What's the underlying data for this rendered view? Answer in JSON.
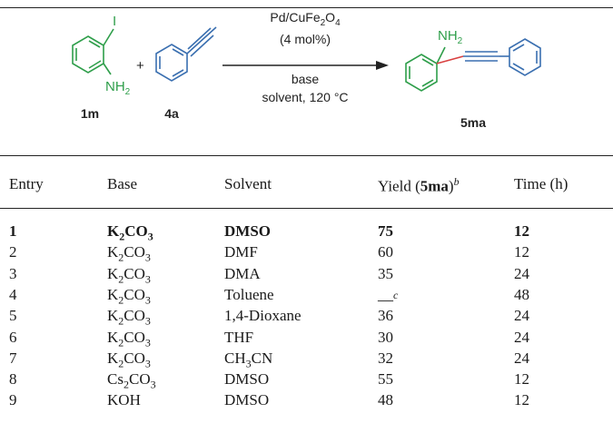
{
  "scheme": {
    "catalyst": "Pd/CuFe2O4",
    "loading": "(4 mol%)",
    "base": "base",
    "conditions": "solvent, 120 °C",
    "plus": "+",
    "label_1m": "1m",
    "label_4a": "4a",
    "label_5ma": "5ma",
    "atom_I": "I",
    "atom_NH2": "NH2",
    "colors": {
      "green": "#2e9e4a",
      "blue": "#3a6fb0",
      "red": "#d94040",
      "black": "#222222"
    }
  },
  "table": {
    "headers": {
      "entry": "Entry",
      "base": "Base",
      "solvent": "Solvent",
      "yield": "Yield (5ma)",
      "yield_prefix": "Yield (",
      "yield_compound": "5ma",
      "yield_suffix": ")",
      "yield_note": "b",
      "time": "Time (h)"
    },
    "rows": [
      {
        "entry": "1",
        "base": "K2CO3",
        "solvent": "DMSO",
        "yield": "75",
        "time": "12",
        "bold": true
      },
      {
        "entry": "2",
        "base": "K2CO3",
        "solvent": "DMF",
        "yield": "60",
        "time": "12"
      },
      {
        "entry": "3",
        "base": "K2CO3",
        "solvent": "DMA",
        "yield": "35",
        "time": "24"
      },
      {
        "entry": "4",
        "base": "K2CO3",
        "solvent": "Toluene",
        "yield": "—",
        "yield_note": "c",
        "time": "48"
      },
      {
        "entry": "5",
        "base": "K2CO3",
        "solvent": "1,4-Dioxane",
        "yield": "36",
        "time": "24"
      },
      {
        "entry": "6",
        "base": "K2CO3",
        "solvent": "THF",
        "yield": "30",
        "time": "24"
      },
      {
        "entry": "7",
        "base": "K2CO3",
        "solvent": "CH3CN",
        "yield": "32",
        "time": "24"
      },
      {
        "entry": "8",
        "base": "Cs2CO3",
        "solvent": "DMSO",
        "yield": "55",
        "time": "12"
      },
      {
        "entry": "9",
        "base": "KOH",
        "solvent": "DMSO",
        "yield": "48",
        "time": "12"
      }
    ]
  }
}
